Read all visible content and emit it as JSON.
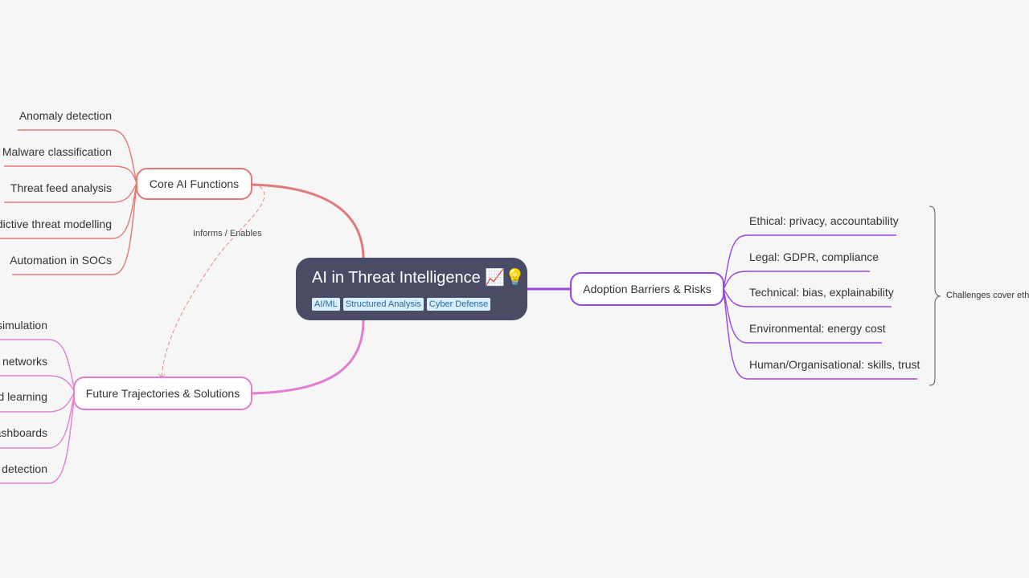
{
  "root": {
    "title": "AI in Threat Intelligence",
    "icons": [
      "📈",
      "💡"
    ],
    "tags": [
      "AI/ML",
      "Structured Analysis",
      "Cyber Defense"
    ]
  },
  "branches": {
    "core": {
      "label": "Core AI Functions",
      "color": "#e07a76",
      "children": [
        "Anomaly detection",
        "Malware classification",
        "Threat feed analysis",
        "dictive threat modelling",
        "Automation in SOCs"
      ]
    },
    "future": {
      "label": "Future Trajectories & Solutions",
      "color": "#e37dd4",
      "children": [
        "simulation",
        "networks",
        "d learning",
        "ashboards",
        "detection"
      ]
    },
    "adoption": {
      "label": "Adoption Barriers & Risks",
      "color": "#9b45e2",
      "children": [
        "Ethical: privacy, accountability",
        "Legal: GDPR, compliance",
        "Technical: bias, explainability",
        "Environmental: energy cost",
        "Human/Organisational: skills, trust"
      ]
    }
  },
  "relationship": {
    "label": "Informs / Enables",
    "color": "#e88a7a"
  },
  "summary": {
    "label": "Challenges cover eth"
  }
}
